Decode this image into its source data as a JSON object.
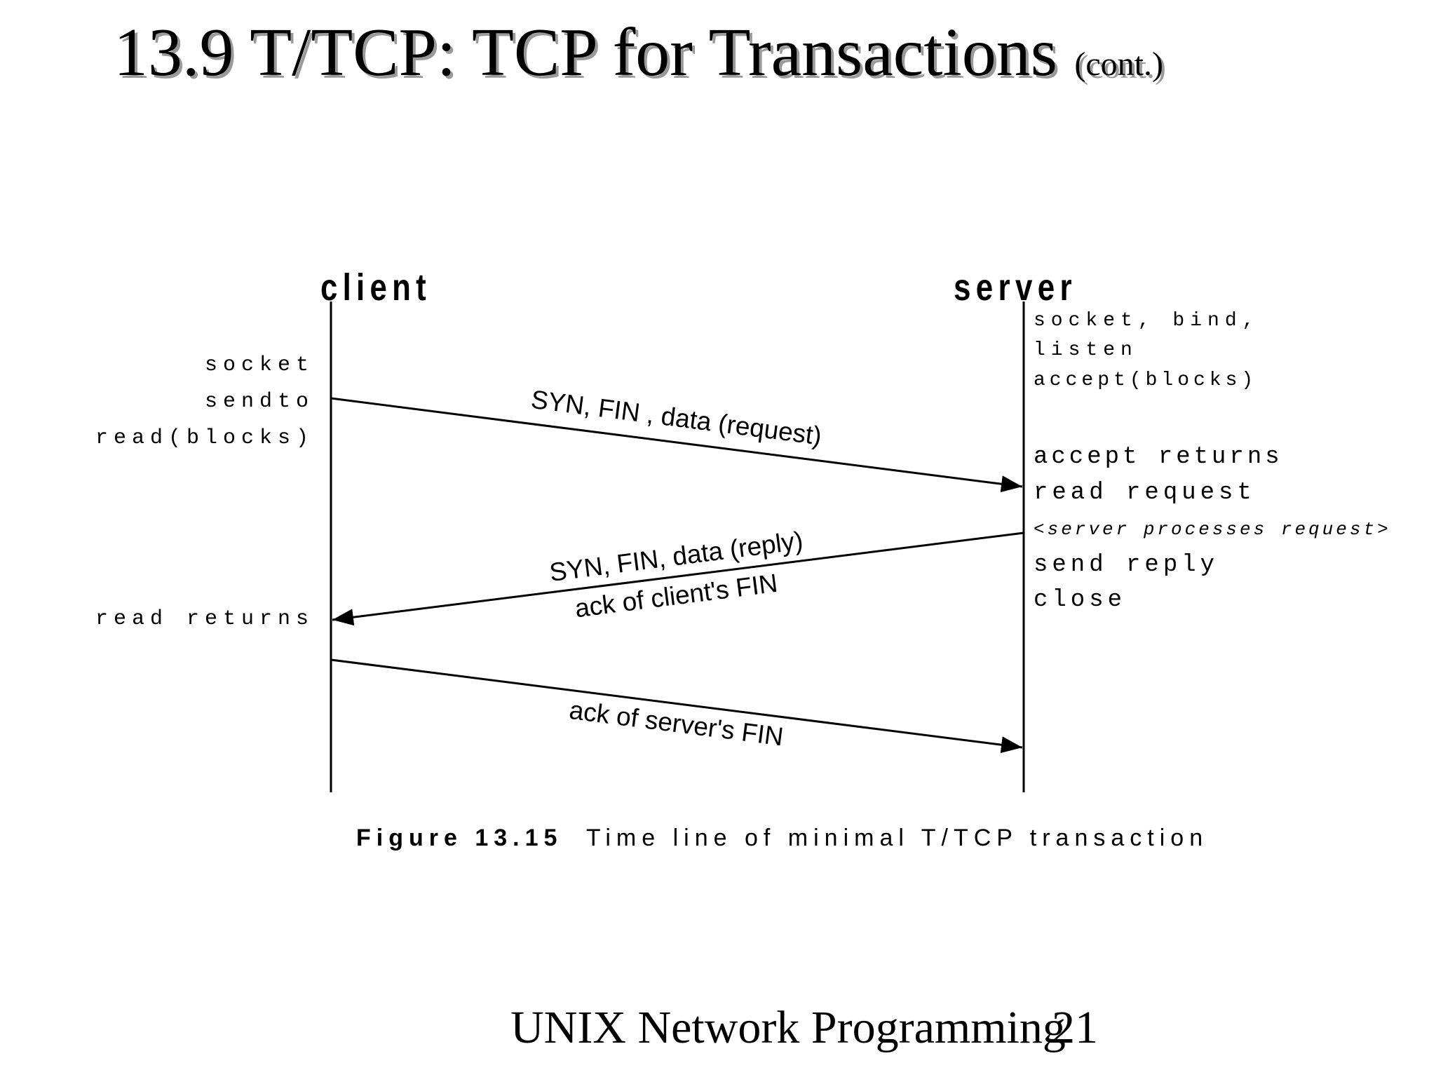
{
  "title": {
    "main": "13.9 T/TCP: TCP for Transactions",
    "suffix": "(cont.)"
  },
  "diagram": {
    "client_label": "client",
    "server_label": "server",
    "client_notes": {
      "socket": "socket",
      "sendto": "sendto",
      "read_blocks": "read(blocks)",
      "read_returns": "read returns"
    },
    "server_notes": {
      "socket_bind": "socket, bind,",
      "listen": "listen",
      "accept_blocks": "accept(blocks)",
      "accept_returns": "accept returns",
      "read_request": "read request",
      "processes": "<server processes request>",
      "send_reply": "send reply",
      "close": "close"
    },
    "messages": {
      "request": "SYN, FIN , data (request)",
      "reply_line1": "SYN, FIN, data (reply)",
      "reply_line2": "ack of client's FIN",
      "final_ack": "ack of server's FIN"
    },
    "caption": {
      "label": "Figure 13.15",
      "text": "Time line of minimal T/TCP transaction"
    }
  },
  "footer": {
    "text": "UNIX Network Programming",
    "page_number": "21"
  }
}
